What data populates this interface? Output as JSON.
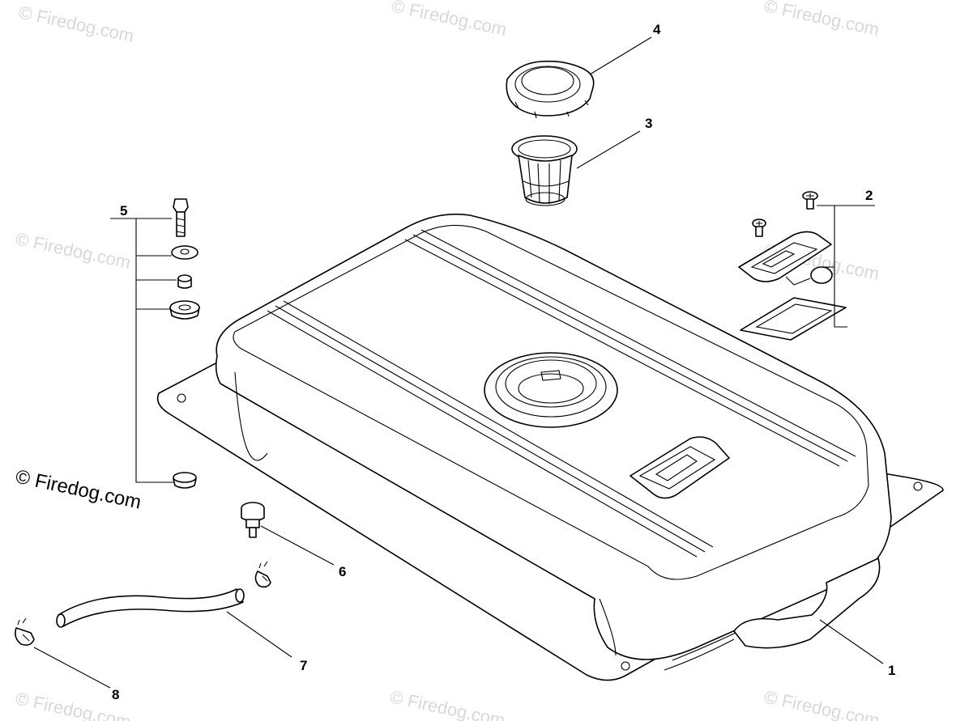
{
  "watermark": {
    "text": "© Firedog.com"
  },
  "callouts": [
    "1",
    "2",
    "3",
    "4",
    "5",
    "6",
    "7",
    "8"
  ],
  "parts": [
    {
      "callout": "1",
      "icon": "fuel-tank-icon"
    },
    {
      "callout": "2",
      "icon": "fuel-gauge-assembly-icon"
    },
    {
      "callout": "3",
      "icon": "fuel-strainer-icon"
    },
    {
      "callout": "4",
      "icon": "fuel-cap-icon"
    },
    {
      "callout": "5",
      "icon": "bolt-washer-set-icon"
    },
    {
      "callout": "6",
      "icon": "fuel-valve-icon"
    },
    {
      "callout": "7",
      "icon": "fuel-hose-icon"
    },
    {
      "callout": "8",
      "icon": "hose-clamp-icon"
    }
  ],
  "colors": {
    "line": "#000000",
    "watermark": "#d8d8d8",
    "background": "#ffffff"
  }
}
